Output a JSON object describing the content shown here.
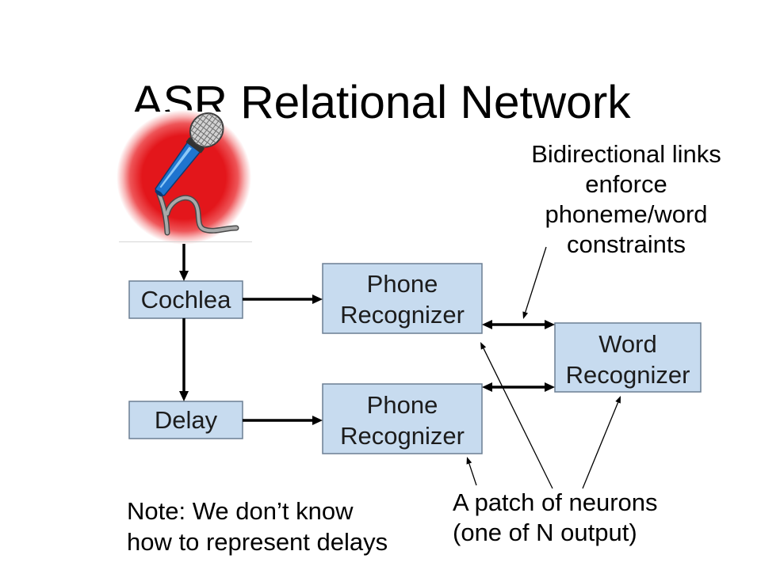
{
  "slide": {
    "title": "ASR Relational Network"
  },
  "image": {
    "icon": "microphone-icon"
  },
  "nodes": {
    "cochlea": [
      "Cochlea"
    ],
    "delay": [
      "Delay"
    ],
    "phone_recognizer_top": [
      "Phone",
      "Recognizer"
    ],
    "phone_recognizer_bottom": [
      "Phone",
      "Recognizer"
    ],
    "word_recognizer": [
      "Word",
      "Recognizer"
    ]
  },
  "annotations": {
    "bidirectional_links": [
      "Bidirectional links",
      "enforce",
      "phoneme/word",
      "constraints"
    ],
    "neuron_patch": [
      "A patch of neurons",
      "(one of N output)"
    ],
    "delay_note": [
      "Note: We don’t know",
      "how to represent delays"
    ]
  },
  "colors": {
    "box_fill": "#c7dbef",
    "box_border": "#6b7f93",
    "box_text": "#1c1c1c",
    "annotation_text": "#000000",
    "arrow": "#000000",
    "glow": "#e3161b",
    "microphone_handle": "#1f74cf"
  }
}
